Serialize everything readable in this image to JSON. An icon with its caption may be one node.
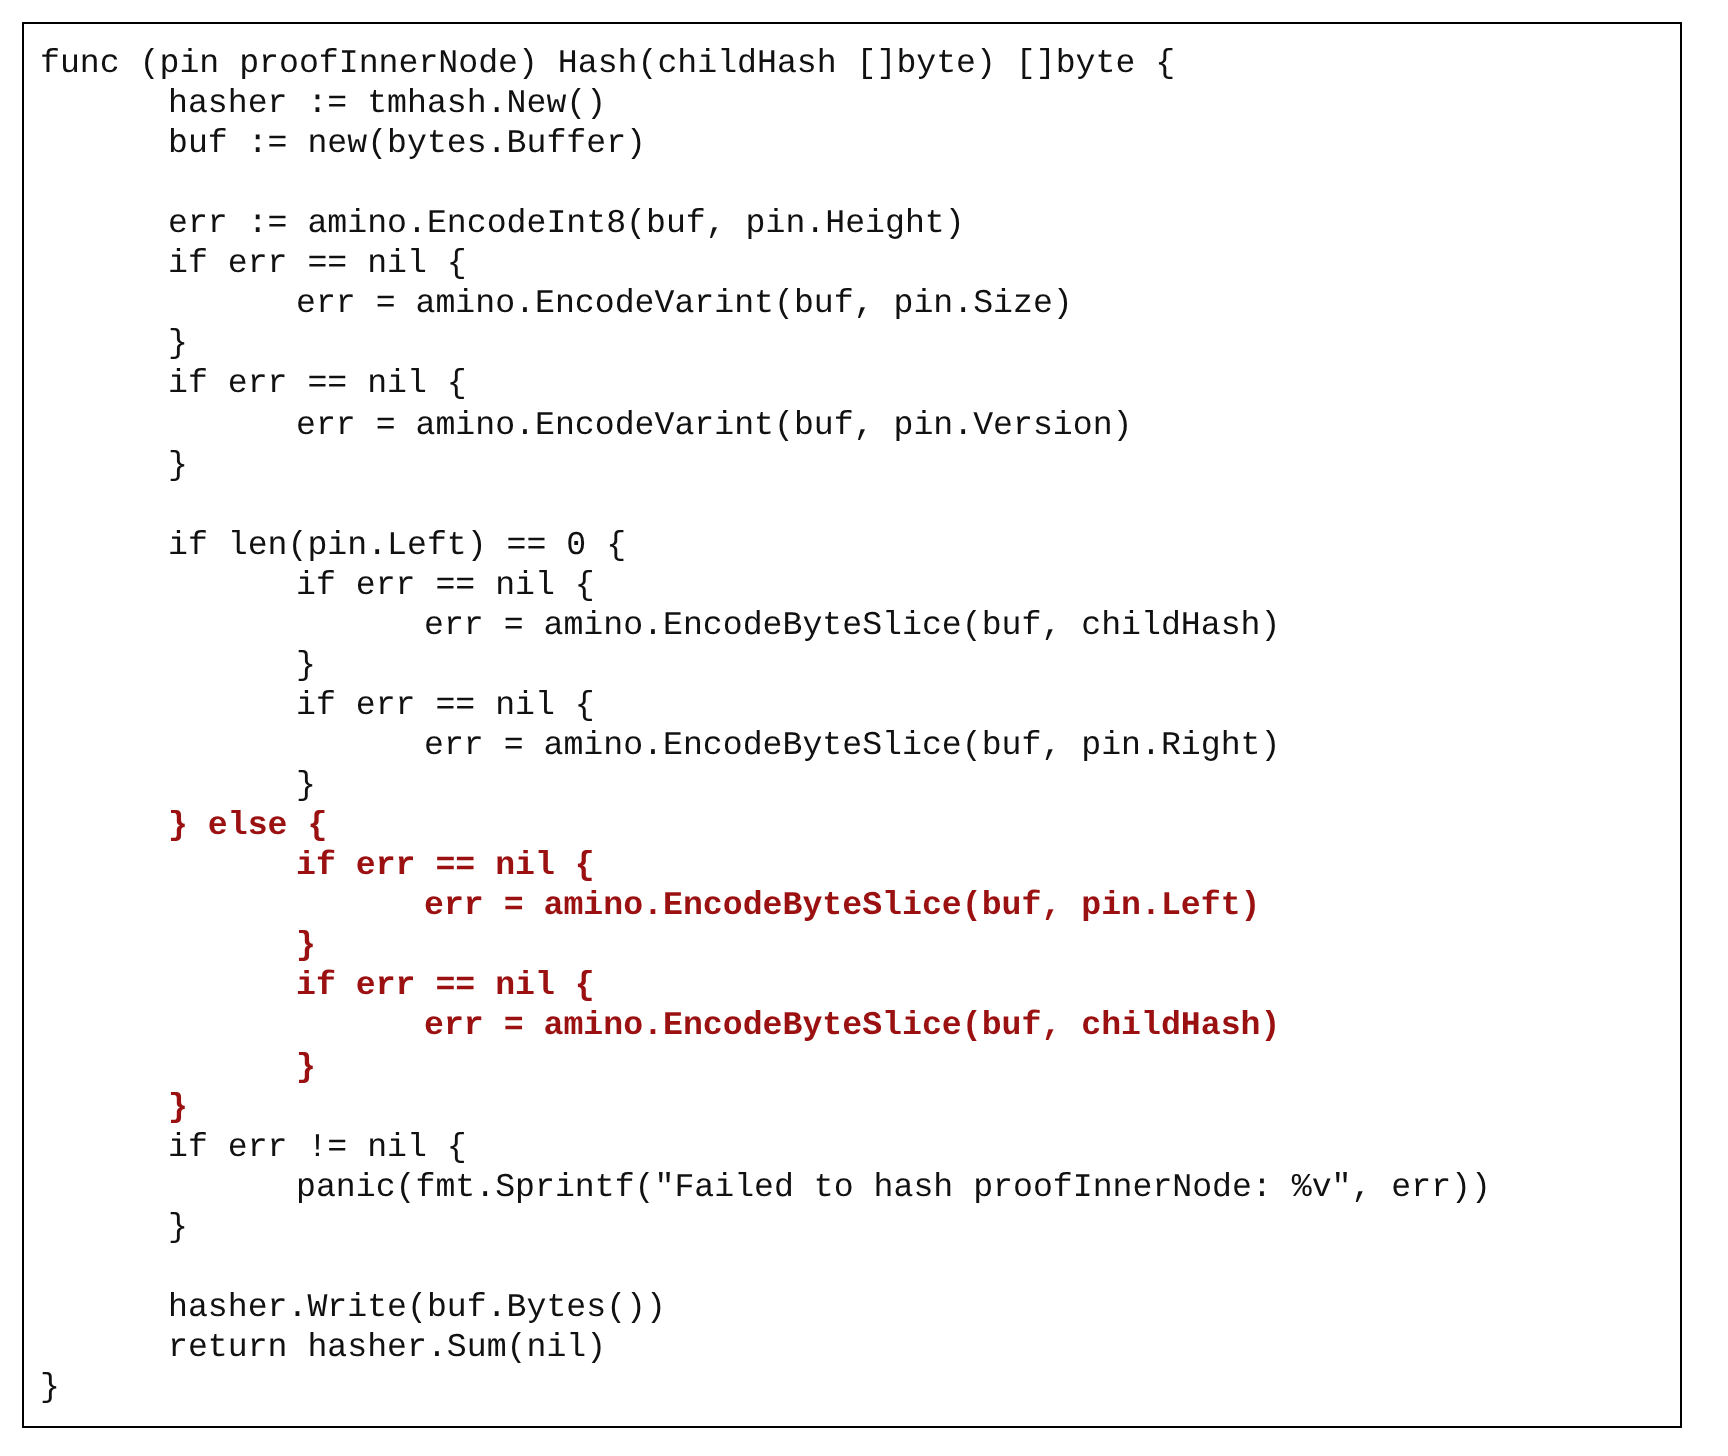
{
  "diagram": {
    "nodes": [
      {
        "text": [
          "func (pin proofInnerNode) Hash(childHash []byte) []byte {",
          "hasher := tmhash.New()",
          "buf := new(bytes.Buffer)",
          "err := amino.EncodeInt8(buf, pin.Height)",
          "if err == nil {",
          "err = amino.EncodeVarint(buf, pin.Size)",
          "}",
          "if err == nil {",
          "err = amino.EncodeVarint(buf, pin.Version)",
          "}",
          "if len(pin.Left) == 0 {",
          "if err == nil {",
          "err = amino.EncodeByteSlice(buf, childHash)",
          "}",
          "if err == nil {",
          "err = amino.EncodeByteSlice(buf, pin.Right)",
          "}",
          "**} else {**",
          "**if err == nil {**",
          "**err = amino.EncodeByteSlice(buf, pin.Left)**",
          "**}**",
          "**if err == nil {**",
          "**err = amino.EncodeByteSlice(buf, childHash)**",
          "**}**",
          "**}**",
          "if err != nil {",
          "panic(fmt.Sprintf(\"Failed to hash proofInnerNode: %v\", err))",
          "}",
          "hasher.Write(buf.Bytes())",
          "return hasher.Sum(nil)",
          "}"
        ]
      }
    ]
  }
}
